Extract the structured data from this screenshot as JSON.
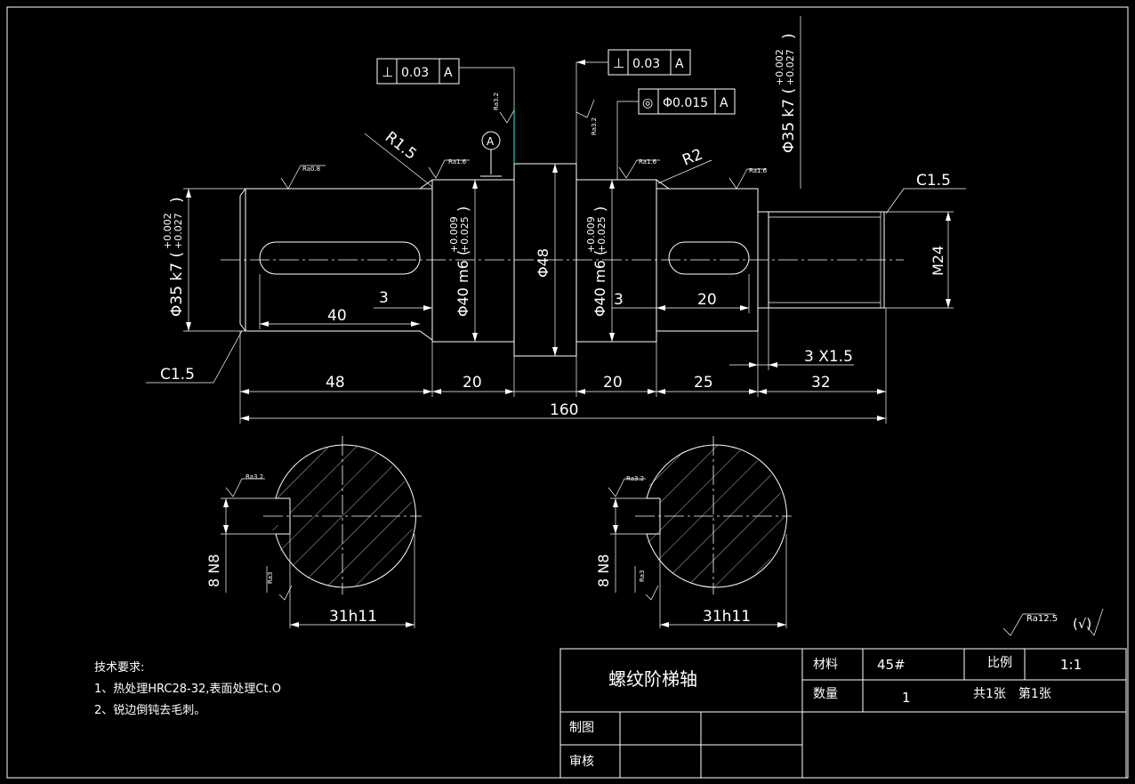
{
  "title_block": {
    "part_name": "螺纹阶梯轴",
    "material_label": "材料",
    "material_value": "45#",
    "scale_label": "比例",
    "scale_value": "1:1",
    "quantity_label": "数量",
    "quantity_value": "1",
    "sheets": "共1张　第1张",
    "drawn_label": "制图",
    "checked_label": "审核"
  },
  "tech_requirements": {
    "heading": "技术要求:",
    "line1": "1、热处理HRC28-32,表面处理Ct.O",
    "line2": "2、锐边倒钝去毛刺。"
  },
  "roughness": {
    "general": "Ra12.5",
    "other_mark": "(√)",
    "ra16": "Ra1.6",
    "ra32": "Ra3.2",
    "ra08": "Ra0.8",
    "ra3": "Ra3"
  },
  "gdt": {
    "perp_left": {
      "symbol": "⊥",
      "tol": "0.03",
      "datum": "A"
    },
    "perp_right": {
      "symbol": "⊥",
      "tol": "0.03",
      "datum": "A"
    },
    "concentric": {
      "symbol": "◎",
      "tol": "Φ0.015",
      "datum": "A"
    },
    "datum_label": "A"
  },
  "dims": {
    "d_left_end": "Φ35 k7 (+0.002/+0.027)",
    "d_left_end_main": "Φ35 k7 (",
    "tol_upper": "+0.002",
    "tol_lower": "+0.027",
    "d40_left_main": "Φ40 m6 (",
    "m6_upper": "+0.009",
    "m6_lower": "+0.025",
    "d48": "Φ48",
    "d40_right_main": "Φ40 m6 (",
    "d_right_top_main": "Φ35 k7 (",
    "m24": "M24",
    "r15": "R1.5",
    "r2": "R2",
    "c15_left": "C1.5",
    "c15_right": "C1.5",
    "key40": "40",
    "key3_left": "3",
    "key3_right": "3",
    "key20": "20",
    "thread_undercut": "3 X1.5",
    "len48": "48",
    "len20a": "20",
    "len20b": "20",
    "len25": "25",
    "len32": "32",
    "total160": "160",
    "sec_8n8_left": "8 N8",
    "sec_31h11_left": "31h11",
    "sec_8n8_right": "8 N8",
    "sec_31h11_right": "31h11"
  }
}
